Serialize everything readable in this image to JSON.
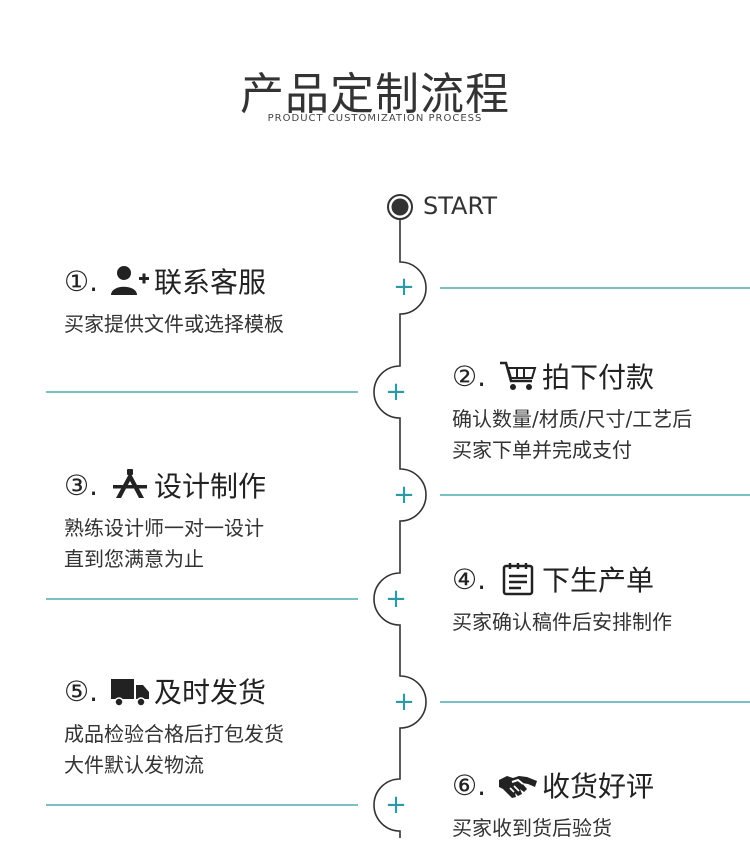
{
  "header": {
    "title": "产品定制流程",
    "subtitle": "PRODUCT CUSTOMIZATION PROCESS"
  },
  "timeline": {
    "start_label": "START",
    "accent_color": "#2a9aa5",
    "plus_symbol": "+"
  },
  "steps": [
    {
      "num": "①",
      "dot": ".",
      "icon": "add-user-icon",
      "title": "联系客服",
      "desc": "买家提供文件或选择模板"
    },
    {
      "num": "②",
      "dot": ".",
      "icon": "shopping-cart-icon",
      "title": "拍下付款",
      "desc": "确认数量/材质/尺寸/工艺后\n买家下单并完成支付"
    },
    {
      "num": "③",
      "dot": ".",
      "icon": "design-tools-icon",
      "title": "设计制作",
      "desc": "熟练设计师一对一设计\n直到您满意为止"
    },
    {
      "num": "④",
      "dot": ".",
      "icon": "notepad-icon",
      "title": "下生产单",
      "desc": "买家确认稿件后安排制作"
    },
    {
      "num": "⑤",
      "dot": ".",
      "icon": "delivery-truck-icon",
      "title": "及时发货",
      "desc": "成品检验合格后打包发货\n大件默认发物流"
    },
    {
      "num": "⑥",
      "dot": ".",
      "icon": "handshake-icon",
      "title": "收货好评",
      "desc": "买家收到货后验货"
    }
  ]
}
